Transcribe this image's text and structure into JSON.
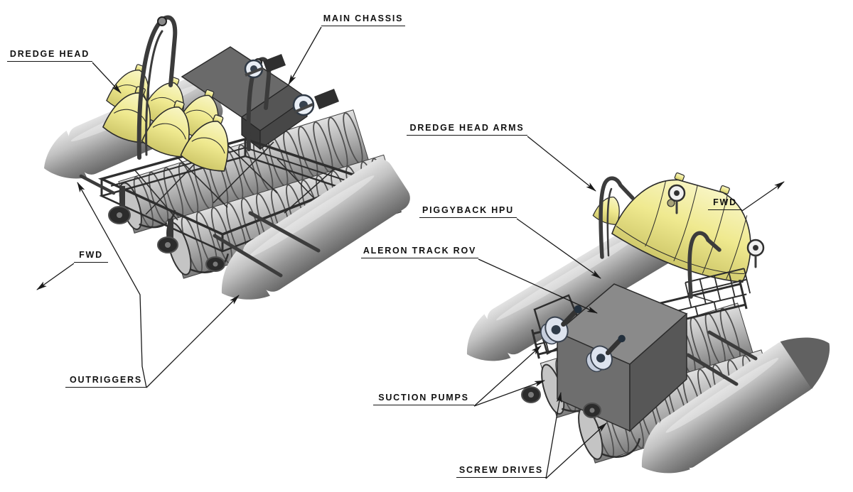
{
  "diagram": {
    "background_color": "#ffffff",
    "line_color": "#1a1a1a",
    "text_color": "#111111",
    "palette": {
      "pontoon_gray": "#9a9a9a",
      "dredge_head_yellow": "#efe98f",
      "frame_dark": "#2e2e2e",
      "hpu_box_gray": "#8a8a8a",
      "pump_ring_blue_gray": "#dde3ee"
    },
    "labels": [
      {
        "id": "dredge-head",
        "text": "DREDGE HEAD"
      },
      {
        "id": "main-chassis",
        "text": "MAIN CHASSIS"
      },
      {
        "id": "fwd-left",
        "text": "FWD"
      },
      {
        "id": "outriggers",
        "text": "OUTRIGGERS"
      },
      {
        "id": "dredge-head-arms",
        "text": "DREDGE HEAD ARMS"
      },
      {
        "id": "piggyback-hpu",
        "text": "PIGGYBACK HPU"
      },
      {
        "id": "aleron-track-rov",
        "text": "ALERON TRACK ROV"
      },
      {
        "id": "fwd-right",
        "text": "FWD"
      },
      {
        "id": "suction-pumps",
        "text": "SUCTION PUMPS"
      },
      {
        "id": "screw-drives",
        "text": "SCREW DRIVES"
      }
    ]
  }
}
